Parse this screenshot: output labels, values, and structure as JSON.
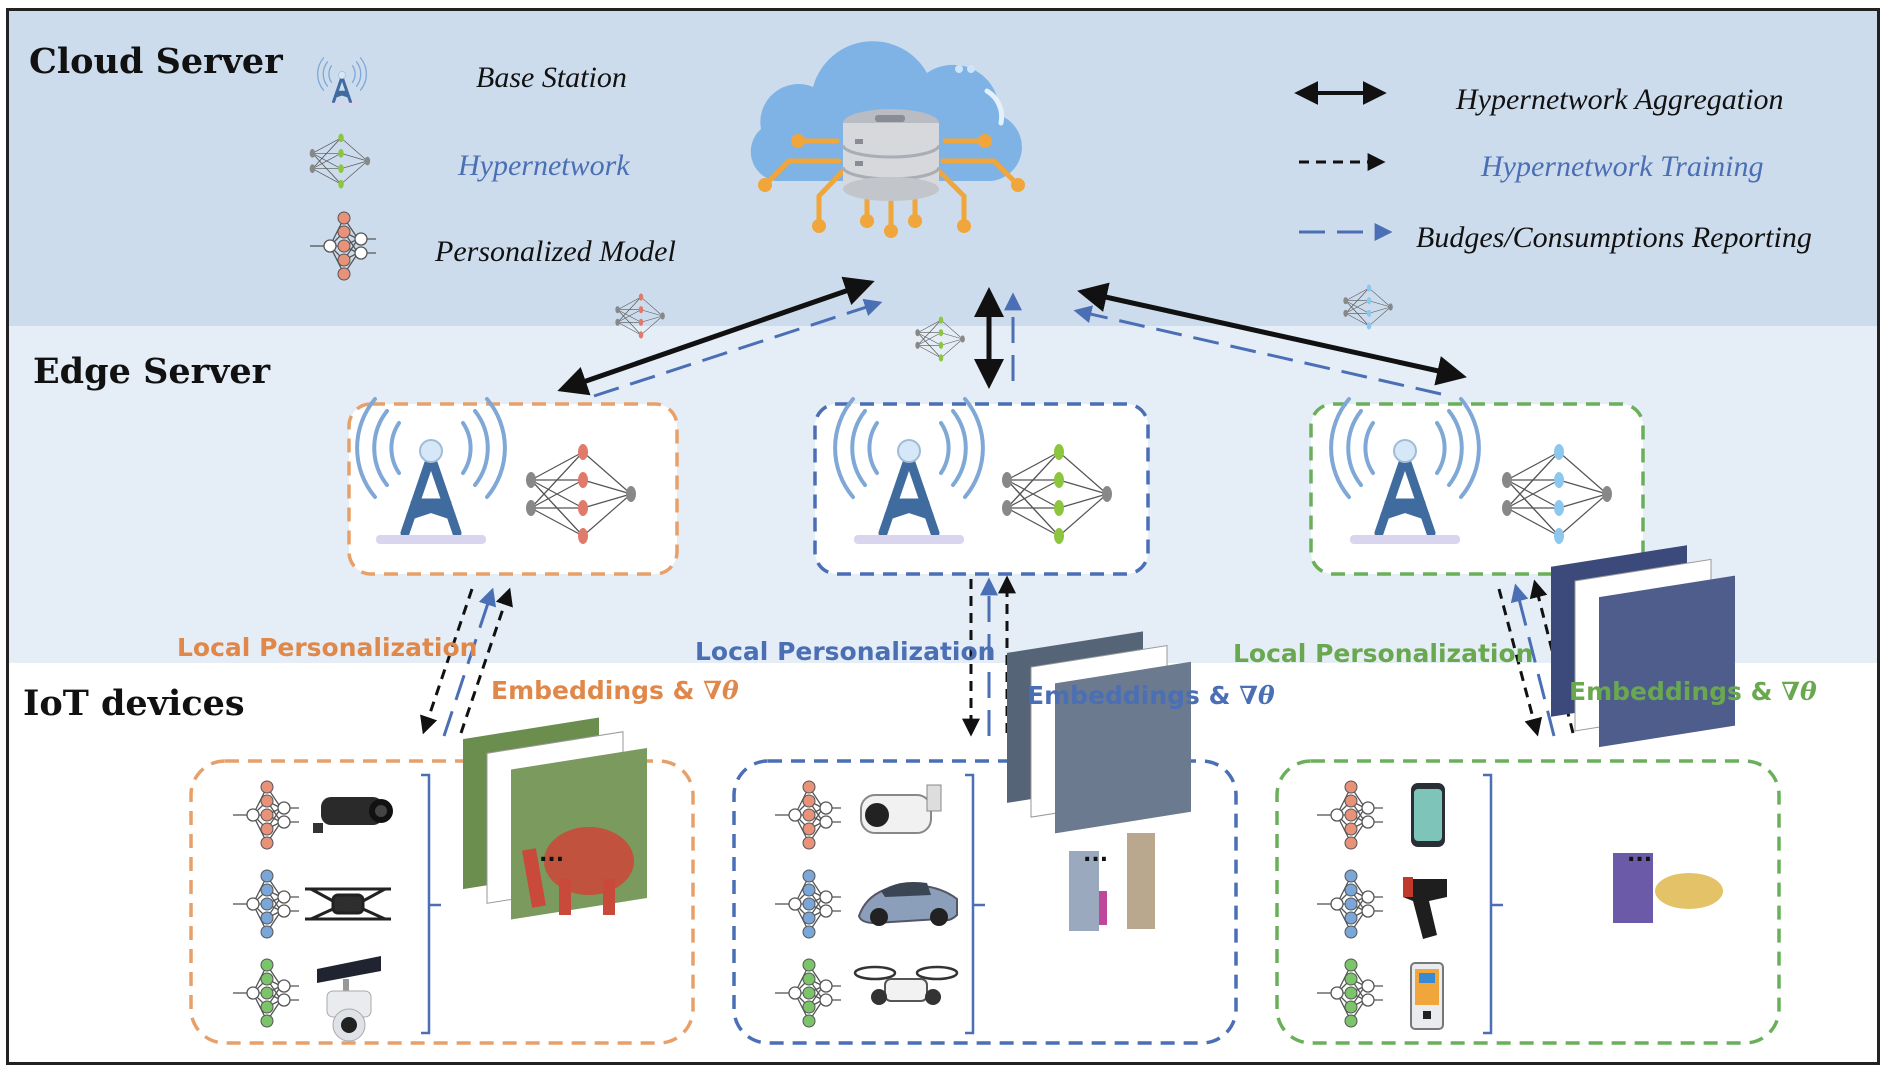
{
  "sections": {
    "cloud": "Cloud Server",
    "edge": "Edge Server",
    "iot": "IoT devices"
  },
  "legend_left": {
    "base_station": "Base Station",
    "hypernetwork": "Hypernetwork",
    "personalized_model": "Personalized Model"
  },
  "legend_right": {
    "aggregation": "Hypernetwork Aggregation",
    "training": "Hypernetwork Training",
    "reporting": "Budges/Consumptions Reporting"
  },
  "flows": {
    "orange": {
      "personalization": "Local Personalization",
      "embeddings": "Embeddings & ",
      "grad": "∇θ"
    },
    "blue": {
      "personalization": "Local Personalization",
      "embeddings": "Embeddings & ",
      "grad": "∇θ"
    },
    "green": {
      "personalization": "Local Personalization",
      "embeddings": "Embeddings & ",
      "grad": "∇θ"
    }
  },
  "frame_ellipsis": "...",
  "colors": {
    "orange": "#e8a06a",
    "blue": "#4a6fb5",
    "green": "#6aaf5a",
    "tower": "#3f6b9e",
    "cloud": "#7fb2e5",
    "cloud_band": "#cddcec",
    "edge_band": "#e5edf6"
  },
  "icons": {
    "cloud_server": "cloud-database-icon",
    "tower": "base-station-icon",
    "hypernetwork": "neural-network-icon",
    "devices_orange": [
      "bullet-camera-icon",
      "drone-icon",
      "solar-ptz-camera-icon"
    ],
    "devices_blue": [
      "security-camera-icon",
      "sports-car-icon",
      "mini-drone-icon"
    ],
    "devices_green": [
      "smartphone-icon",
      "barcode-scanner-icon",
      "kiosk-terminal-icon"
    ]
  }
}
